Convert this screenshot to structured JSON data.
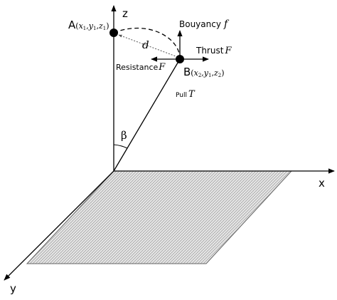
{
  "axes": {
    "x": "x",
    "y": "y",
    "z": "z"
  },
  "angle": "β",
  "distance": "d",
  "point_a": {
    "name": "A",
    "open": "(",
    "x": "x",
    "x_sub": "1",
    "y": "y",
    "y_sub": "1",
    "z": "z",
    "z_sub": "1",
    "close": ")"
  },
  "point_b": {
    "name": "B",
    "open": "(",
    "x": "x",
    "x_sub": "2",
    "y": "y",
    "y_sub": "1",
    "z": "z",
    "z_sub": "2",
    "close": ")"
  },
  "forces": {
    "buoyancy": {
      "label": "Bouyancy",
      "symbol": "f"
    },
    "thrust": {
      "label": "Thrust",
      "symbol": "F"
    },
    "resistance": {
      "label": "Resistance",
      "symbol": "F"
    },
    "pull": {
      "label": "Pull",
      "symbol": "T"
    }
  },
  "comma": ","
}
